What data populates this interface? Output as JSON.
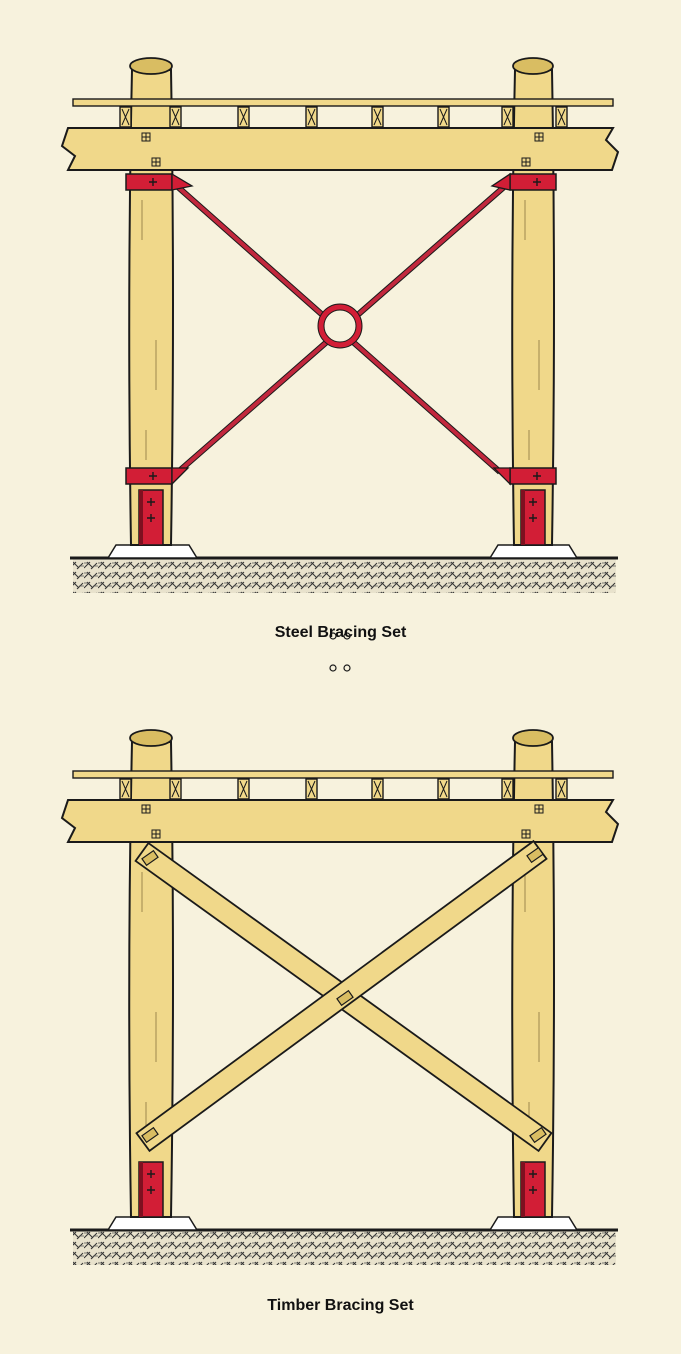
{
  "figures": [
    {
      "caption": "Steel Bracing Set",
      "bracing": "steel"
    },
    {
      "caption": "Timber Bracing Set",
      "bracing": "timber"
    }
  ],
  "colors": {
    "background": "#f7f2dd",
    "timber": "#f0d88a",
    "timber_dark": "#d9bd62",
    "steel": "#d21e36",
    "steel_rod": "#c2273d",
    "outline": "#1a1a1a",
    "footing": "#ffffff",
    "ground": "#e8e2cc"
  },
  "icons": [
    "bolt-icon",
    "rod-ring-icon",
    "ground-hatch-icon"
  ]
}
